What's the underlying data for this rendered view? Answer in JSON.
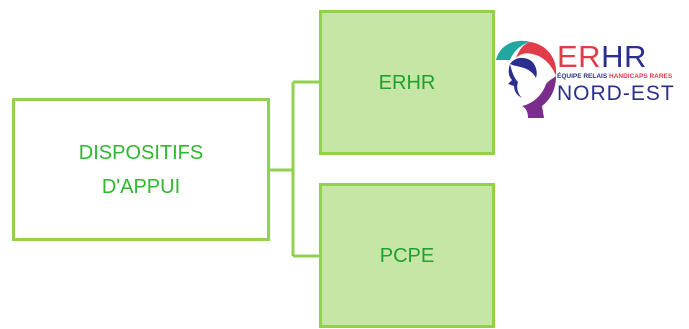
{
  "diagram": {
    "root": {
      "line1": "DISPOSITIFS",
      "line2": "D'APPUI"
    },
    "children": [
      {
        "label": "ERHR"
      },
      {
        "label": "PCPE"
      }
    ],
    "colors": {
      "border": "#92d050",
      "child_fill": "#c6e6a5",
      "text": "#2eb82e"
    }
  },
  "logo": {
    "title_part1": "ER",
    "title_part2": "HR",
    "tagline_part1": "ÉQUIPE RELAIS",
    "tagline_part2": "HANDICAPS RARES",
    "region": "NORD-EST",
    "colors": {
      "red": "#e23b4a",
      "navy": "#2a2f8f",
      "teal": "#1fa7a0",
      "purple": "#7b2d8b"
    }
  }
}
